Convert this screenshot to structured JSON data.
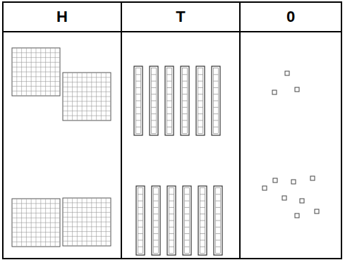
{
  "diagram": {
    "labels": [
      "H",
      "T",
      "0"
    ]
  }
}
